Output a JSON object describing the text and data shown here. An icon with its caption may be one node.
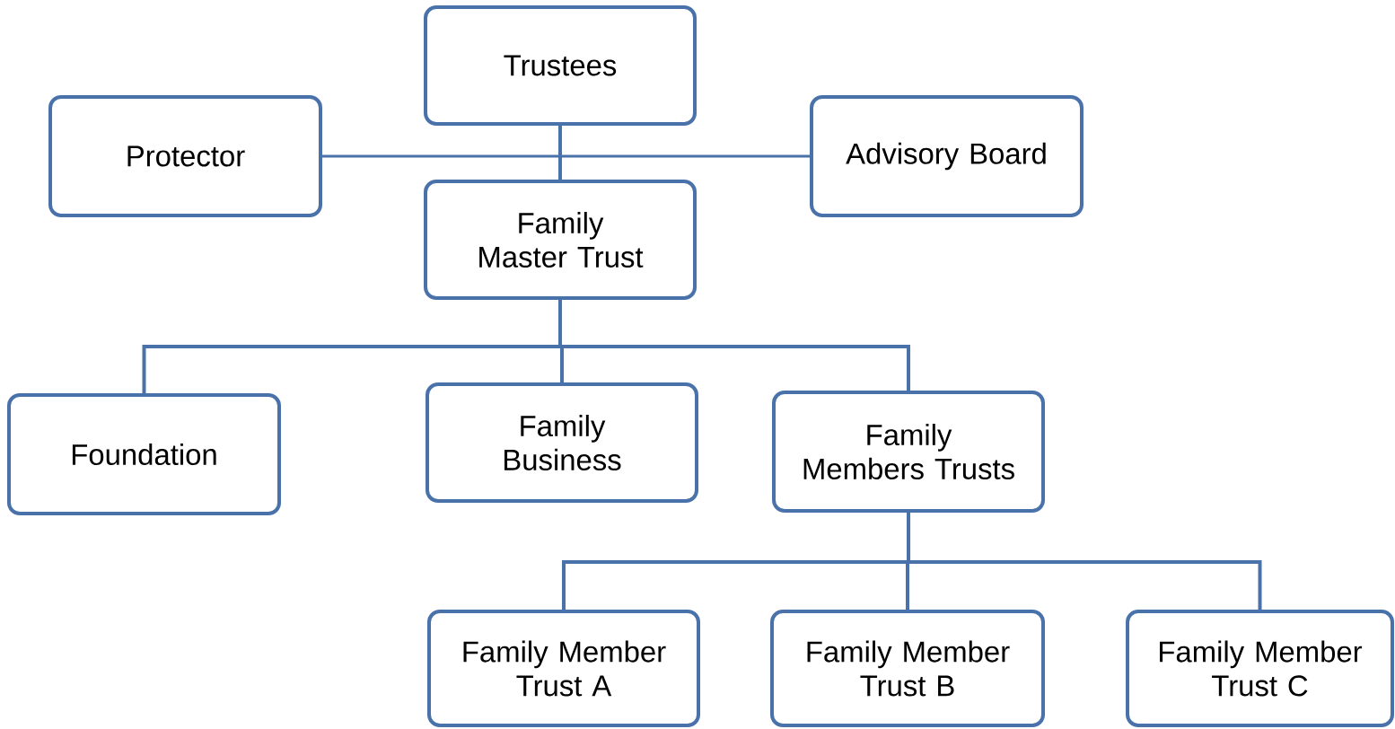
{
  "diagram": {
    "nodes": [
      {
        "text": [
          "Trustees"
        ]
      },
      {
        "text": [
          "Protector"
        ]
      },
      {
        "text": [
          "Advisory Board"
        ]
      },
      {
        "text": [
          "Family Master Trust"
        ]
      },
      {
        "text": [
          "Foundation"
        ]
      },
      {
        "text": [
          "Family Business"
        ]
      },
      {
        "text": [
          "Family Members Trusts"
        ]
      },
      {
        "text": [
          "Family Member Trust A"
        ]
      },
      {
        "text": [
          "Family Member Trust B"
        ]
      },
      {
        "text": [
          "Family Member Trust C"
        ]
      }
    ],
    "edges": [
      {
        "from": 0,
        "to": 3,
        "arrow": "none"
      },
      {
        "from": 1,
        "to": 2,
        "arrow": "none"
      },
      {
        "from": 3,
        "to": 4,
        "arrow": "none"
      },
      {
        "from": 3,
        "to": 5,
        "arrow": "none"
      },
      {
        "from": 3,
        "to": 6,
        "arrow": "none"
      },
      {
        "from": 6,
        "to": 7,
        "arrow": "none"
      },
      {
        "from": 6,
        "to": 8,
        "arrow": "none"
      },
      {
        "from": 6,
        "to": 9,
        "arrow": "none"
      }
    ]
  }
}
